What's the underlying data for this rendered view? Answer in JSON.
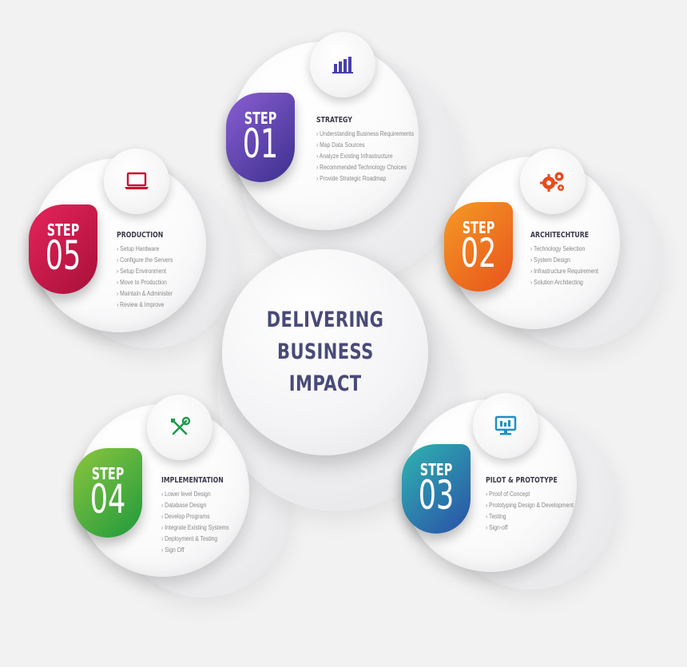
{
  "center": {
    "lines": [
      "DELIVERING",
      "BUSINESS",
      "IMPACT"
    ]
  },
  "steps": [
    {
      "step_label": "STEP",
      "number": "01",
      "title": "STRATEGY",
      "icon": "bar-chart-icon",
      "items": [
        "Understanding Business Requirements",
        "Map Data Sources",
        "Analyze Existing Infrastructure",
        "Recommended Technology Choices",
        "Provide Strategic Roadmap"
      ],
      "colors": [
        "#3c2f8e",
        "#8a5fd3"
      ]
    },
    {
      "step_label": "STEP",
      "number": "02",
      "title": "ARCHITECHTURE",
      "icon": "gears-icon",
      "items": [
        "Technology Selection",
        "System Design",
        "Infrastructure Requirement",
        "Solution Architecting"
      ],
      "colors": [
        "#e8531c",
        "#f59a25"
      ]
    },
    {
      "step_label": "STEP",
      "number": "03",
      "title": "PILOT & PROTOTYPE",
      "icon": "monitor-icon",
      "items": [
        "Proof of Concept",
        "Prototyping Design & Development",
        "Testing",
        "Sign-off"
      ],
      "colors": [
        "#2a4fa8",
        "#2fb5b0"
      ]
    },
    {
      "step_label": "STEP",
      "number": "04",
      "title": "IMPLEMENTATION",
      "icon": "tools-icon",
      "items": [
        "Lower level Design",
        "Database Design",
        "Develop Programs",
        "Integrate Existing Systems",
        "Deployment & Testing",
        "Sign Off"
      ],
      "colors": [
        "#1e9a3c",
        "#8cc63f"
      ]
    },
    {
      "step_label": "STEP",
      "number": "05",
      "title": "PRODUCTION",
      "icon": "laptop-icon",
      "items": [
        "Setup Hardware",
        "Configure the Servers",
        "Setup Environment",
        "Move to Production",
        "Maintain & Administer",
        "Review & Improve"
      ],
      "colors": [
        "#a8103a",
        "#e5245a"
      ]
    }
  ]
}
